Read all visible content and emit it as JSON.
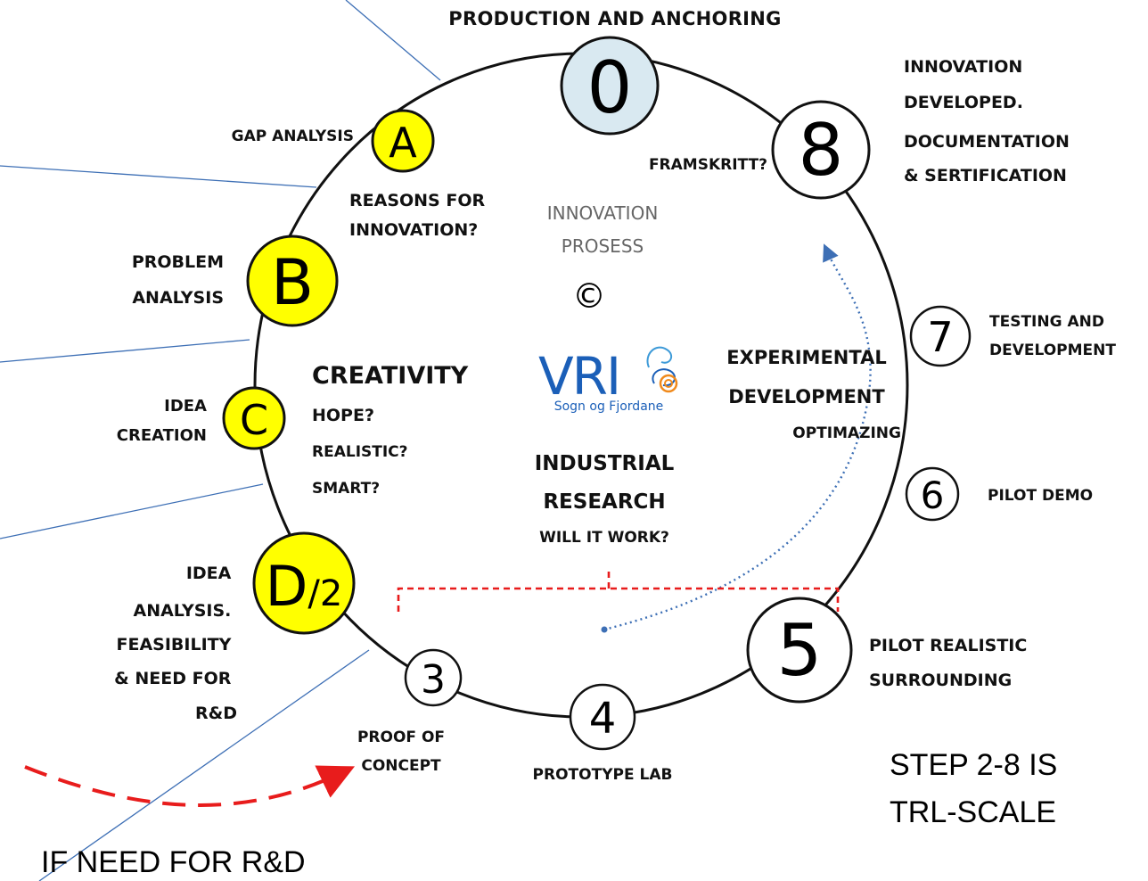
{
  "top_label": "PRODUCTION  AND ANCHORING",
  "center": {
    "title_l1": "INNOVATION",
    "title_l2": "PROSESS",
    "copyright": "©",
    "logo_main": "VRI",
    "logo_sub": "Sogn og Fjordane"
  },
  "nodes": [
    {
      "id": "0",
      "text": "0",
      "fill": "#d9e9f1"
    },
    {
      "id": "A",
      "text": "A",
      "fill": "#ffff00"
    },
    {
      "id": "B",
      "text": "B",
      "fill": "#ffff00"
    },
    {
      "id": "C",
      "text": "C",
      "fill": "#ffff00"
    },
    {
      "id": "D2",
      "text": "D",
      "sub": "/2",
      "fill": "#ffff00"
    },
    {
      "id": "3",
      "text": "3",
      "fill": "#ffffff"
    },
    {
      "id": "4",
      "text": "4",
      "fill": "#ffffff"
    },
    {
      "id": "5",
      "text": "5",
      "fill": "#ffffff"
    },
    {
      "id": "6",
      "text": "6",
      "fill": "#ffffff"
    },
    {
      "id": "7",
      "text": "7",
      "fill": "#ffffff"
    },
    {
      "id": "8",
      "text": "8",
      "fill": "#ffffff"
    }
  ],
  "labels": {
    "gap_analysis": "GAP ANALYSIS",
    "reasons_l1": "REASONS FOR",
    "reasons_l2": "INNOVATION?",
    "problem_l1": "PROBLEM",
    "problem_l2": "ANALYSIS",
    "idea_creation_l1": "IDEA",
    "idea_creation_l2": "CREATION",
    "idea_analysis": [
      "IDEA",
      "ANALYSIS.",
      "FEASIBILITY",
      "& NEED FOR",
      "R&D"
    ],
    "proof_l1": "PROOF OF",
    "proof_l2": "CONCEPT",
    "prototype": "PROTOTYPE LAB",
    "pilot_realistic_l1": "PILOT REALISTIC",
    "pilot_realistic_l2": "SURROUNDING",
    "pilot_demo": "PILOT DEMO",
    "testing_l1": "TESTING AND",
    "testing_l2": "DEVELOPMENT",
    "innovation_dev_l1": "INNOVATION",
    "innovation_dev_l2": "DEVELOPED.",
    "documentation_l1": "DOCUMENTATION",
    "documentation_l2": "& SERTIFICATION",
    "framskritt": "FRAMSKRITT?"
  },
  "inner": {
    "creativity": "CREATIVITY",
    "hope": "HOPE?",
    "realistic": "REALISTIC?",
    "smart": "SMART?",
    "experimental": "EXPERIMENTAL",
    "development": "DEVELOPMENT",
    "optimazing": "OPTIMAZING",
    "industrial": "INDUSTRIAL",
    "research": "RESEARCH",
    "will_it_work": "WILL IT WORK?"
  },
  "footer": {
    "trl_l1": "STEP 2-8 IS",
    "trl_l2": "TRL-SCALE",
    "if_need": "IF NEED FOR R&D"
  },
  "colors": {
    "yellow_nodes": "#ffff00",
    "zero_node": "#d9e9f1",
    "connector_lines": "#3d6fb5",
    "bracket": "#e81c1c",
    "curved_arrow": "#e81c1c",
    "dotted_arrow": "#3d6fb5",
    "logo_blue": "#1b5fb8",
    "logo_orange": "#f08a1c"
  }
}
